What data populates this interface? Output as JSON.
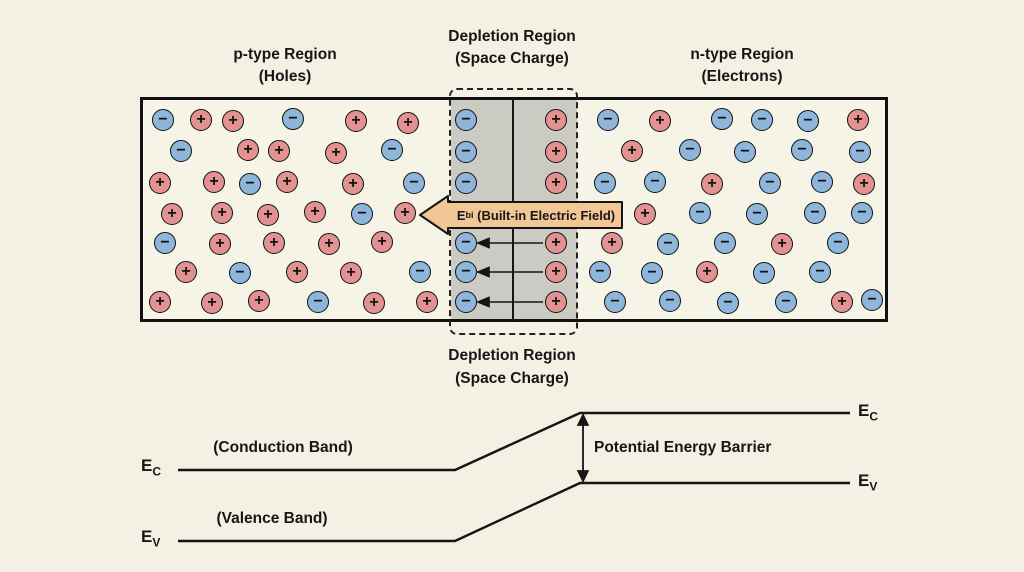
{
  "colors": {
    "bg": "#f4f0e3",
    "box-bg": "#f6f3e7",
    "red": "#e29290",
    "blue": "#8db6da",
    "shade": "#cbcac3",
    "arrow": "#f3c795",
    "ink": "#161616"
  },
  "labels": {
    "p_region": {
      "title": "p-type Region",
      "sub": "(Holes)"
    },
    "depletion_top": {
      "title": "Depletion Region",
      "sub": "(Space Charge)"
    },
    "n_region": {
      "title": "n-type Region",
      "sub": "(Electrons)"
    },
    "depletion_bottom": {
      "title": "Depletion Region",
      "sub": "(Space Charge)"
    }
  },
  "field_arrow": {
    "symbol": "E",
    "subscript": "bi",
    "caption": " (Built-in Electric Field)"
  },
  "band": {
    "e": "E",
    "c_sub": "C",
    "v_sub": "V",
    "conduction": "(Conduction Band)",
    "valence": "(Valence Band)",
    "barrier": "Potential Energy Barrier"
  },
  "particles": [
    [
      163,
      120,
      "-"
    ],
    [
      201,
      120,
      "+"
    ],
    [
      233,
      121,
      "+"
    ],
    [
      293,
      119,
      "-"
    ],
    [
      356,
      121,
      "+"
    ],
    [
      408,
      123,
      "+"
    ],
    [
      181,
      151,
      "-"
    ],
    [
      248,
      150,
      "+"
    ],
    [
      279,
      151,
      "+"
    ],
    [
      336,
      153,
      "+"
    ],
    [
      392,
      150,
      "-"
    ],
    [
      160,
      183,
      "+"
    ],
    [
      214,
      182,
      "+"
    ],
    [
      250,
      184,
      "-"
    ],
    [
      287,
      182,
      "+"
    ],
    [
      353,
      184,
      "+"
    ],
    [
      414,
      183,
      "-"
    ],
    [
      172,
      214,
      "+"
    ],
    [
      222,
      213,
      "+"
    ],
    [
      268,
      215,
      "+"
    ],
    [
      315,
      212,
      "+"
    ],
    [
      362,
      214,
      "-"
    ],
    [
      405,
      213,
      "+"
    ],
    [
      165,
      243,
      "-"
    ],
    [
      220,
      244,
      "+"
    ],
    [
      274,
      243,
      "+"
    ],
    [
      329,
      244,
      "+"
    ],
    [
      382,
      242,
      "+"
    ],
    [
      186,
      272,
      "+"
    ],
    [
      240,
      273,
      "-"
    ],
    [
      297,
      272,
      "+"
    ],
    [
      351,
      273,
      "+"
    ],
    [
      420,
      272,
      "-"
    ],
    [
      160,
      302,
      "+"
    ],
    [
      212,
      303,
      "+"
    ],
    [
      259,
      301,
      "+"
    ],
    [
      318,
      302,
      "-"
    ],
    [
      374,
      303,
      "+"
    ],
    [
      427,
      302,
      "+"
    ],
    [
      466,
      120,
      "-"
    ],
    [
      466,
      152,
      "-"
    ],
    [
      466,
      183,
      "-"
    ],
    [
      466,
      243,
      "-"
    ],
    [
      466,
      272,
      "-"
    ],
    [
      466,
      302,
      "-"
    ],
    [
      556,
      120,
      "+"
    ],
    [
      556,
      152,
      "+"
    ],
    [
      556,
      183,
      "+"
    ],
    [
      556,
      243,
      "+"
    ],
    [
      556,
      272,
      "+"
    ],
    [
      556,
      302,
      "+"
    ],
    [
      608,
      120,
      "-"
    ],
    [
      660,
      121,
      "+"
    ],
    [
      722,
      119,
      "-"
    ],
    [
      762,
      120,
      "-"
    ],
    [
      808,
      121,
      "-"
    ],
    [
      858,
      120,
      "+"
    ],
    [
      632,
      151,
      "+"
    ],
    [
      690,
      150,
      "-"
    ],
    [
      745,
      152,
      "-"
    ],
    [
      802,
      150,
      "-"
    ],
    [
      860,
      152,
      "-"
    ],
    [
      605,
      183,
      "-"
    ],
    [
      655,
      182,
      "-"
    ],
    [
      712,
      184,
      "+"
    ],
    [
      770,
      183,
      "-"
    ],
    [
      822,
      182,
      "-"
    ],
    [
      864,
      184,
      "+"
    ],
    [
      645,
      214,
      "+"
    ],
    [
      700,
      213,
      "-"
    ],
    [
      757,
      214,
      "-"
    ],
    [
      815,
      213,
      "-"
    ],
    [
      862,
      213,
      "-"
    ],
    [
      612,
      243,
      "+"
    ],
    [
      668,
      244,
      "-"
    ],
    [
      725,
      243,
      "-"
    ],
    [
      782,
      244,
      "+"
    ],
    [
      838,
      243,
      "-"
    ],
    [
      600,
      272,
      "-"
    ],
    [
      652,
      273,
      "-"
    ],
    [
      707,
      272,
      "+"
    ],
    [
      764,
      273,
      "-"
    ],
    [
      820,
      272,
      "-"
    ],
    [
      615,
      302,
      "-"
    ],
    [
      670,
      301,
      "-"
    ],
    [
      728,
      303,
      "-"
    ],
    [
      786,
      302,
      "-"
    ],
    [
      842,
      302,
      "+"
    ],
    [
      872,
      300,
      "-"
    ]
  ]
}
